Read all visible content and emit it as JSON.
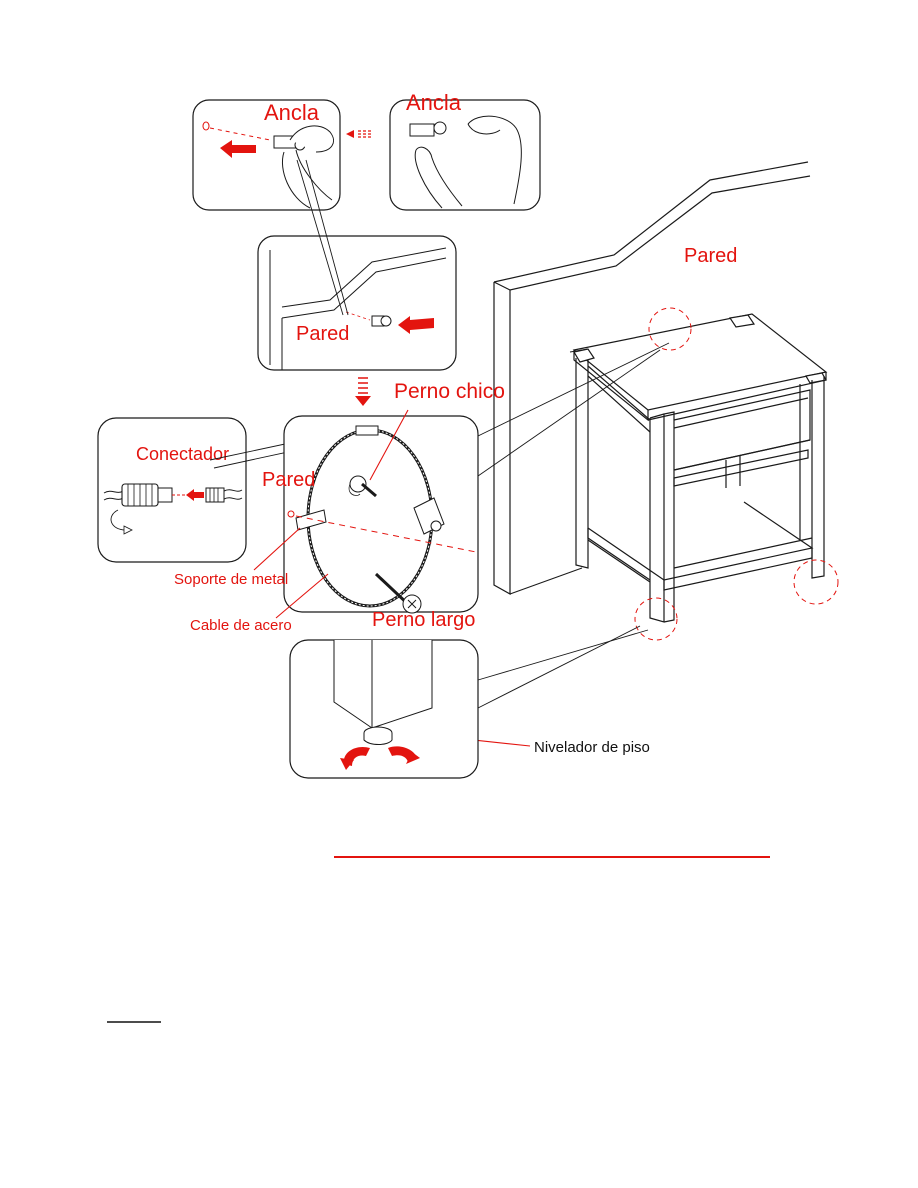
{
  "labels": {
    "ancla_1": "Ancla",
    "ancla_2": "Ancla",
    "pared_wall": "Pared",
    "pared_detail": "Pared",
    "pared_circle": "Pared",
    "perno_chico": "Perno chico",
    "conectador": "Conectador",
    "soporte_de_metal": "Soporte de metal",
    "cable_de_acero": "Cable de acero",
    "perno_largo": "Perno largo",
    "nivelador_de_piso": "Nivelador de piso"
  },
  "colors": {
    "accent": "#e3140f",
    "line": "#1a1a1a"
  }
}
